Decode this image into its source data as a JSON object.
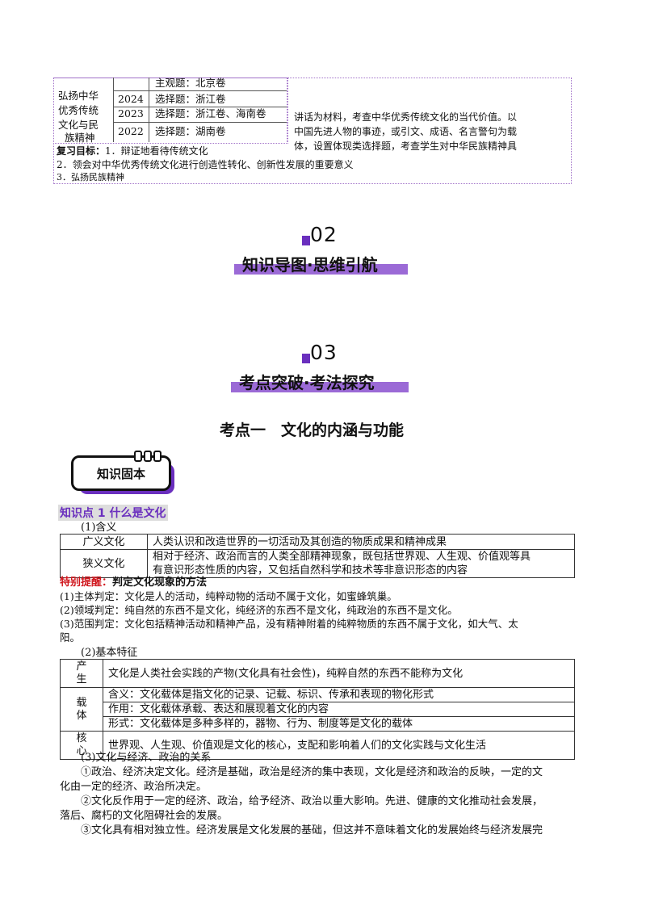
{
  "top_table": {
    "topic": [
      "弘扬中华",
      "优秀传统",
      "文化与民",
      "族精神"
    ],
    "years": [
      "2024",
      "2023",
      "2022"
    ],
    "rows": [
      "主观题：北京卷",
      "选择题：浙江卷",
      "选择题：浙江卷、海南卷",
      "选择题：湖南卷"
    ],
    "analysis": [
      "讲话为材料，考查中华优秀传统文化的当代价值。以",
      "中国先进人物的事迹，或引文、成语、名言警句为载",
      "体，设置体现类选择题，考查学生对中华民族精神具"
    ],
    "goals_label": "复习目标：",
    "goals": [
      "1．辩证地看待传统文化",
      "2．领会对中华优秀传统文化进行创造性转化、创新性发展的重要意义",
      "3．弘扬民族精神"
    ]
  },
  "banner1": {
    "num": "02",
    "title": "知识导图·思维引航"
  },
  "banner2": {
    "num": "03",
    "title": "考点突破·考法探究"
  },
  "section_title": "考点一　文化的内涵与功能",
  "badge": "知识固本",
  "kp1": "知识点 1  什么是文化",
  "meaning_heading": "(1)含义",
  "meaning_table": [
    {
      "term": "广义文化",
      "def": "人类认识和改造世界的一切活动及其创造的物质成果和精神成果"
    },
    {
      "term": "狭义文化",
      "def1": "相对于经济、政治而言的人类全部精神现象，既包括世界观、人生观、价值观等具",
      "def2": "有意识形态性质的内容，又包括自然科学和技术等非意识形态的内容"
    }
  ],
  "tip": {
    "label": "特别提醒：",
    "title": "判定文化现象的方法",
    "lines": [
      "(1)主体判定：文化是人的活动，纯粹动物的活动不属于文化，如蜜蜂筑巢。",
      "(2)领域判定：纯自然的东西不是文化，纯经济的东西不是文化，纯政治的东西不是文化。",
      "(3)范围判定：文化包括精神活动和精神产品，没有精神附着的纯粹物质的东西不属于文化，如大气、太",
      "阳。"
    ]
  },
  "feature_heading": "(2)基本特征",
  "feature_table": {
    "r1_h": [
      "产",
      "生"
    ],
    "r1": "文化是人类社会实践的产物(文化具有社会性)，纯粹自然的东西不能称为文化",
    "r2_h": [
      "载",
      "体"
    ],
    "r2": [
      "含义：文化载体是指文化的记录、记载、标识、传承和表现的物化形式",
      "作用：文化载体承载、表达和展现着文化的内容",
      "形式：文化载体是多种多样的，器物、行为、制度等是文化的载体"
    ],
    "r3_h": [
      "核",
      "心"
    ],
    "r3": "世界观、人生观、价值观是文化的核心，支配和影响着人们的文化实践与文化生活"
  },
  "relation_heading": "(3)文化与经济、政治的关系",
  "relation_lines": [
    "①政治、经济决定文化。经济是基础，政治是经济的集中表现，文化是经济和政治的反映，一定的文",
    "化由一定的经济、政治所决定。",
    "②文化反作用于一定的经济、政治，给予经济、政治以重大影响。先进、健康的文化推动社会发展，",
    "落后、腐朽的文化阻碍社会的发展。",
    "③文化具有相对独立性。经济发展是文化发展的基础，但这并不意味着文化的发展始终与经济发展完"
  ]
}
